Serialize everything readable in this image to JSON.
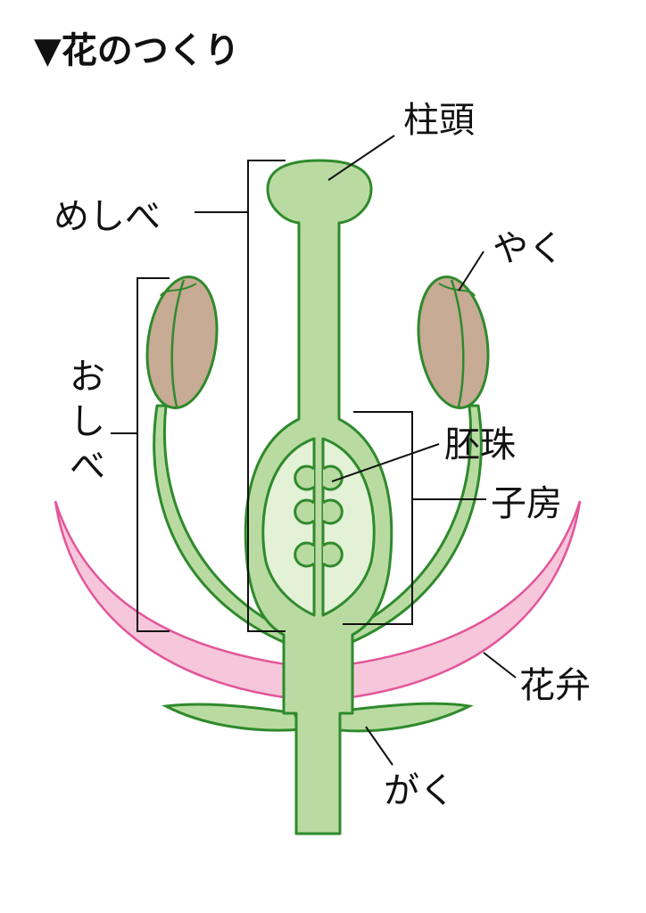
{
  "title": "▼花のつくり",
  "labels": {
    "stigma": "柱頭",
    "pistil": "めしべ",
    "anther": "やく",
    "stamen_1": "お",
    "stamen_2": "し",
    "stamen_3": "べ",
    "ovule": "胚珠",
    "ovary": "子房",
    "petal": "花弁",
    "sepal": "がく"
  },
  "colors": {
    "stem_fill": "#b9dba2",
    "stem_stroke": "#2f8a2c",
    "ovary_inner": "#e3f1d6",
    "anther_fill": "#c7ab94",
    "anther_stroke": "#2f8a2c",
    "petal_fill": "#f6c6da",
    "petal_stroke": "#e2559a",
    "line": "#111111"
  }
}
